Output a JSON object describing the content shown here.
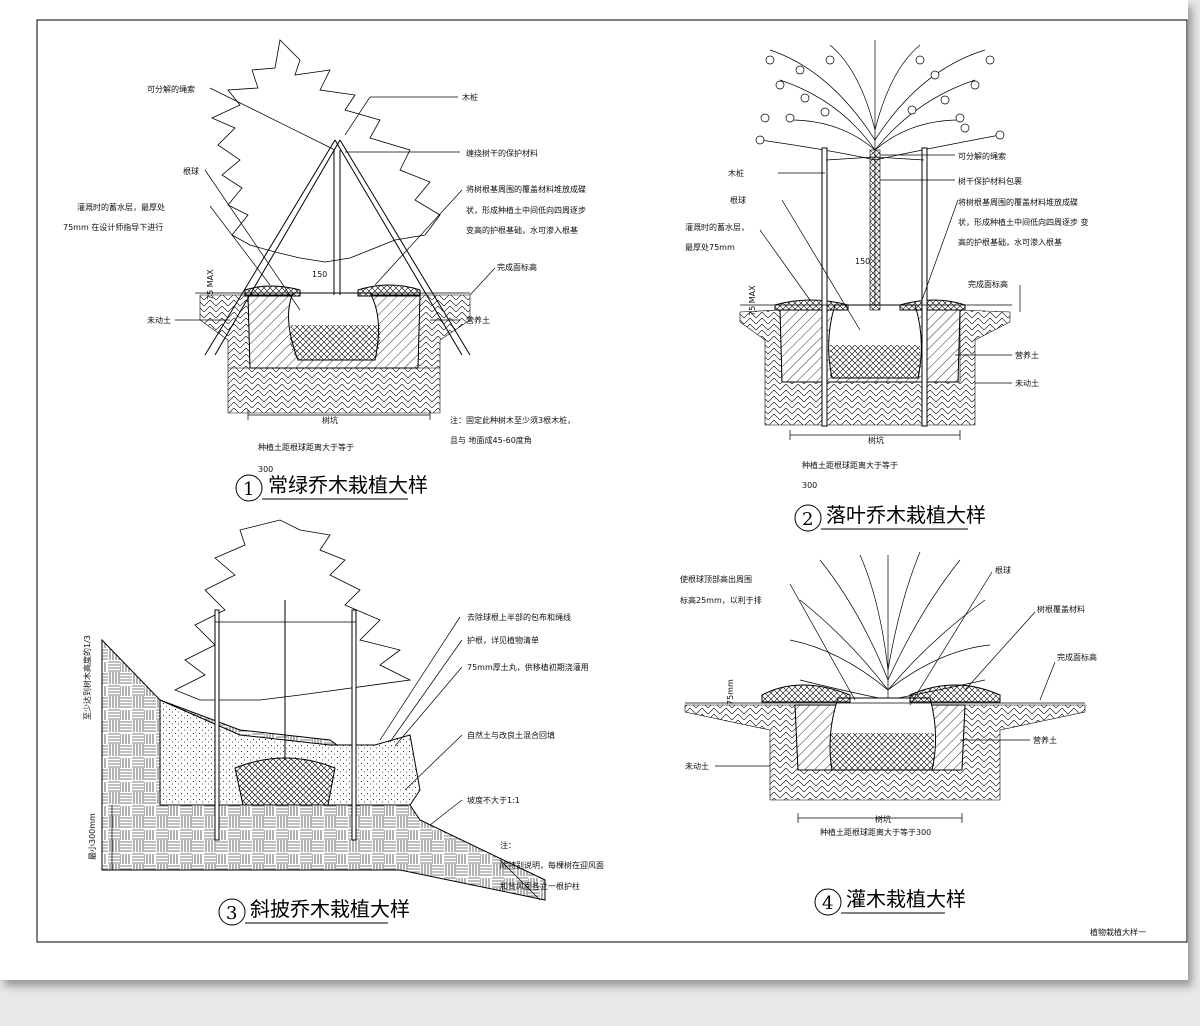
{
  "sheet_caption": "植物栽植大样一",
  "d1": {
    "num": "1",
    "title": "常绿乔木栽植大样",
    "labels": {
      "rope": "可分解的绳索",
      "stake": "木桩",
      "trunk_wrap": "缠绕树干的保护材料",
      "rootball": "根球",
      "water_a": "灌溉时的蓄水层，最厚处",
      "water_b": "75mm  在设计师指导下进行",
      "mulch_a": "将树根基周围的覆盖材料堆放成碟",
      "mulch_b": "状，形成种植土中间低向四周逐步",
      "mulch_c": "变高的护根基础，水可渗入根基",
      "grade": "完成面标高",
      "undisturbed": "未动土",
      "nutrient": "营养土",
      "dim_150": "150",
      "max": "75 MAX",
      "pit": "树坑",
      "pit_note": "种植土距根球距离大于等于",
      "pit_note_val": "300",
      "note_a": "注：固定此种树木至少须3根木桩，",
      "note_b": "且与 地面成45-60度角"
    }
  },
  "d2": {
    "num": "2",
    "title": "落叶乔木栽植大样",
    "labels": {
      "stake": "木桩",
      "rope": "可分解的绳索",
      "trunk_wrap": "树干保护材料包裹",
      "rootball": "根球",
      "mulch_a": "将树根基周围的覆盖材料堆放成碟",
      "mulch_b": "状，形成种植土中间低向四周逐步 变",
      "mulch_c": "高的护根基础，水可渗入根基",
      "water_a": "灌溉时的蓄水层，",
      "water_b": "最厚处75mm",
      "dim_150": "150",
      "grade": "完成面标高",
      "max": "75 MAX",
      "nutrient": "营养土",
      "undisturbed": "未动土",
      "pit": "树坑",
      "pit_note": "种植土距根球距离大于等于",
      "pit_note_val": "300"
    }
  },
  "d3": {
    "num": "3",
    "title": "斜披乔木栽植大样",
    "labels": {
      "burlap": "去除球根上半部的包布和绳线",
      "root_guard": "护根，详见植物清单",
      "berm": "75mm厚土丸，供移植初期浇灌用",
      "backfill": "自然土与改良土混合回填",
      "slope": "坡度不大于1:1",
      "note_title": "注：",
      "note_a": "除特别说明，每棵树在迎风面",
      "note_b": "和背风面各立一根护柱",
      "side": "至少达到树木高度的1/3",
      "min300": "最小300mm"
    }
  },
  "d4": {
    "num": "4",
    "title": "灌木栽植大样",
    "labels": {
      "rootball_top_a": "使根球顶部高出周围",
      "rootball_top_b": "标高25mm，以利于排",
      "rootball": "根球",
      "mulch": "树根覆盖材料",
      "grade": "完成面标高",
      "nutrient": "营养土",
      "undisturbed": "未动土",
      "max": "75mm",
      "pit": "树坑",
      "pit_note": "种植土距根球距离大于等于300"
    }
  }
}
